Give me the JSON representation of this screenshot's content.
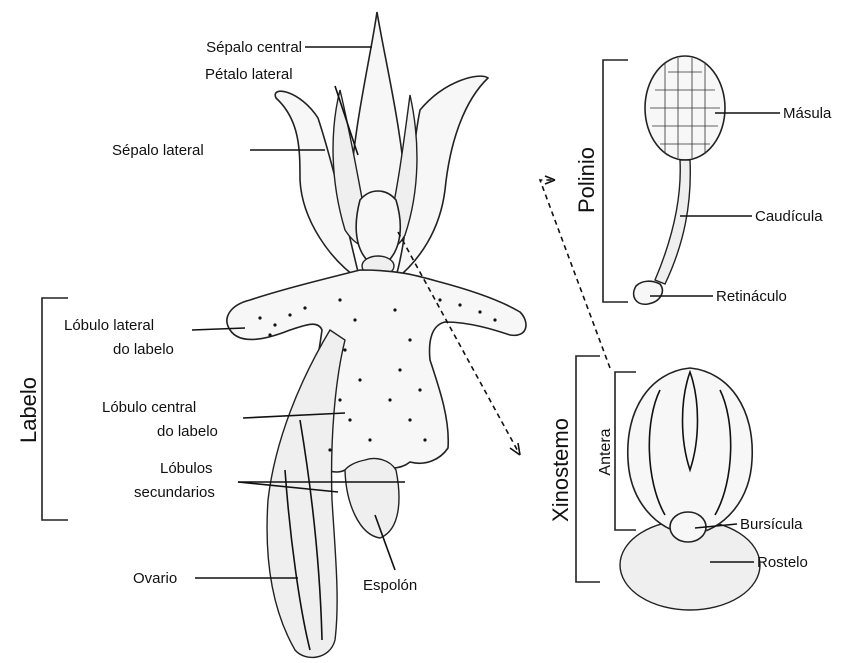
{
  "labels": {
    "sepalo_central": "Sépalo central",
    "petalo_lateral": "Pétalo lateral",
    "sepalo_lateral": "Sépalo lateral",
    "lobulo_lateral_1": "Lóbulo lateral",
    "lobulo_lateral_2": "do labelo",
    "lobulo_central_1": "Lóbulo central",
    "lobulo_central_2": "do labelo",
    "lobulos_sec_1": "Lóbulos",
    "lobulos_sec_2": "secundarios",
    "ovario": "Ovario",
    "espolon": "Espolón",
    "masula": "Másula",
    "caudicula": "Caudícula",
    "retinaculo": "Retináculo",
    "bursicula": "Bursícula",
    "rostelo": "Rostelo"
  },
  "brackets": {
    "labelo": "Labelo",
    "polinio": "Polinio",
    "xinostemo": "Xinostemo",
    "antera": "Antera"
  }
}
